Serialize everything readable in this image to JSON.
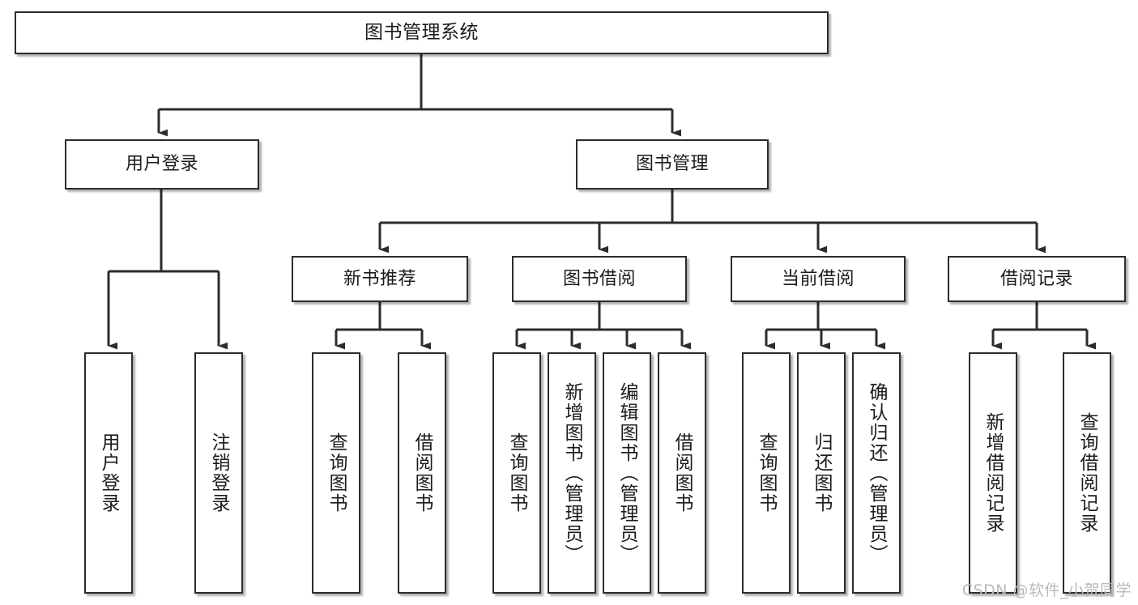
{
  "diagram": {
    "title": "图书管理系统",
    "watermark": "CSDN @软件_小贺同学",
    "colors": {
      "box_border": "#2c2c2c",
      "box_fill": "#ffffff",
      "connector": "#2c2c2c",
      "text": "#1b1b1b",
      "watermark": "#b9b9b9",
      "background": "#ffffff"
    },
    "root": {
      "label": "图书管理系统"
    },
    "level2": [
      {
        "label": "用户登录"
      },
      {
        "label": "图书管理"
      }
    ],
    "level3": [
      {
        "label": "新书推荐"
      },
      {
        "label": "图书借阅"
      },
      {
        "label": "当前借阅"
      },
      {
        "label": "借阅记录"
      }
    ],
    "leaves": {
      "user_login": [
        {
          "label": "用户登录"
        },
        {
          "label": "注销登录"
        }
      ],
      "new_book_recommend": [
        {
          "label": "查询图书"
        },
        {
          "label": "借阅图书"
        }
      ],
      "book_borrow": [
        {
          "label": "查询图书"
        },
        {
          "label": "新增图书（管理员）"
        },
        {
          "label": "编辑图书（管理员）"
        },
        {
          "label": "借阅图书"
        }
      ],
      "current_borrow": [
        {
          "label": "查询图书"
        },
        {
          "label": "归还图书"
        },
        {
          "label": "确认归还（管理员）"
        }
      ],
      "borrow_record": [
        {
          "label": "新增借阅记录"
        },
        {
          "label": "查询借阅记录"
        }
      ]
    }
  }
}
